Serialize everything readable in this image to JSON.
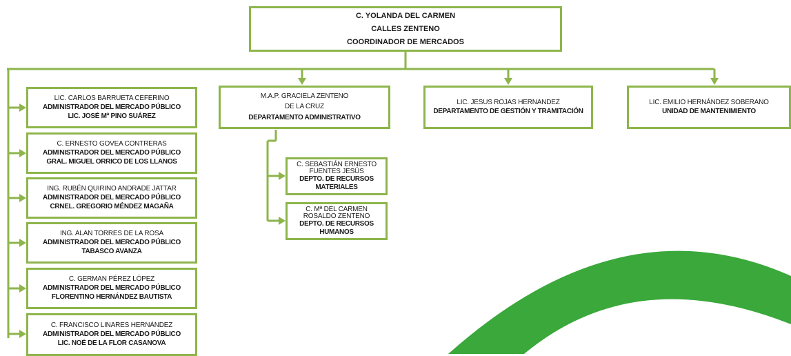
{
  "colors": {
    "line": "#8db54b",
    "accent": "#3aa83a"
  },
  "coordinator": {
    "name_line1": "C. YOLANDA DEL CARMEN",
    "name_line2": "CALLES ZENTENO",
    "role": "COORDINADOR DE MERCADOS"
  },
  "administrators": [
    {
      "name": "LIC. CARLOS BARRUETA CEFERINO",
      "role": "ADMINISTRADOR DEL MERCADO PÚBLICO",
      "market": "LIC. JOSÉ Mª PINO SUÁREZ"
    },
    {
      "name": "C. ERNESTO GOVEA CONTRERAS",
      "role": "ADMINISTRADOR DEL MERCADO PÚBLICO",
      "market": "GRAL. MIGUEL ORRICO DE LOS LLANOS"
    },
    {
      "name": "ING. RUBÉN QUIRINO ANDRADE JATTAR",
      "role": "ADMINISTRADOR DEL MERCADO PÚBLICO",
      "market": "CRNEL. GREGORIO MÉNDEZ MAGAÑA"
    },
    {
      "name": "ING. ALAN TORRES DE LA ROSA",
      "role": "ADMINISTRADOR DEL MERCADO PÚBLICO",
      "market": "TABASCO AVANZA"
    },
    {
      "name": "C. GERMAN PÉREZ LÓPEZ",
      "role": "ADMINISTRADOR DEL MERCADO PÚBLICO",
      "market": "FLORENTINO HERNÁNDEZ BAUTISTA"
    },
    {
      "name": "C. FRANCISCO LINARES HERNÁNDEZ",
      "role": "ADMINISTRADOR DEL MERCADO PÚBLICO",
      "market": "LIC. NOÉ DE LA FLOR CASANOVA"
    }
  ],
  "admin_dept": {
    "name_line1": "M.A.P. GRACIELA ZENTENO",
    "name_line2": "DE LA CRUZ",
    "role": "DEPARTAMENTO ADMINISTRATIVO"
  },
  "sub_depts": [
    {
      "name_line1": "C. SEBASTIÁN ERNESTO",
      "name_line2": "FUENTES JESÚS",
      "role_line1": "DEPTO. DE RECURSOS",
      "role_line2": "MATERIALES"
    },
    {
      "name_line1": "C. Mª DEL CARMEN",
      "name_line2": "ROSALDO ZENTENO",
      "role_line1": "DEPTO. DE RECURSOS",
      "role_line2": "HUMANOS"
    }
  ],
  "gestion": {
    "name": "LIC. JESUS ROJAS HERNANDEZ",
    "role": "DEPARTAMENTO DE GESTIÓN Y TRAMITACIÓN"
  },
  "mantenimiento": {
    "name": "LIC. EMILIO HERNÁNDEZ SOBERANO",
    "role": "UNIDAD DE MANTENIMIENTO"
  }
}
